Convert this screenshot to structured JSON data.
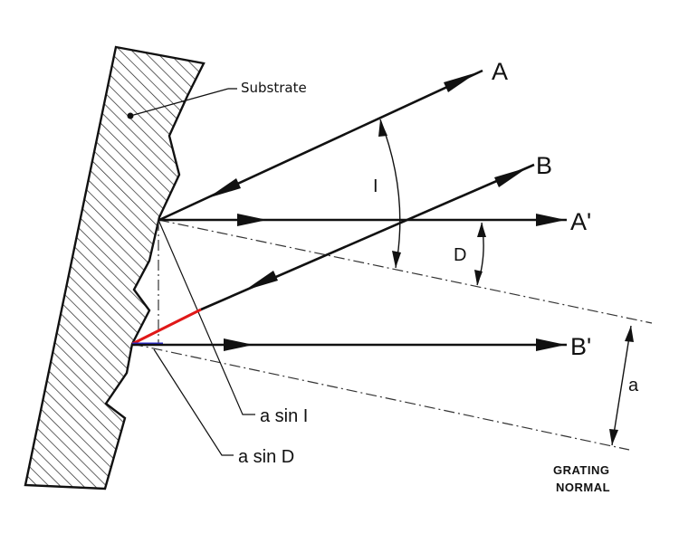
{
  "labels": {
    "substrate": "Substrate",
    "ray_a": "A",
    "ray_b": "B",
    "ray_a_prime": "A'",
    "ray_b_prime": "B'",
    "angle_incidence": "I",
    "angle_diffraction": "D",
    "groove_spacing": "a",
    "a_sin_i": "a sin I",
    "a_sin_d": "a sin D",
    "normal_line1": "GRATING",
    "normal_line2": "NORMAL"
  },
  "colors": {
    "ink": "#111111",
    "path_difference_incident": "#e01818",
    "path_difference_diffracted": "#2a2ad0",
    "substrate_fill": "#ffffff"
  }
}
